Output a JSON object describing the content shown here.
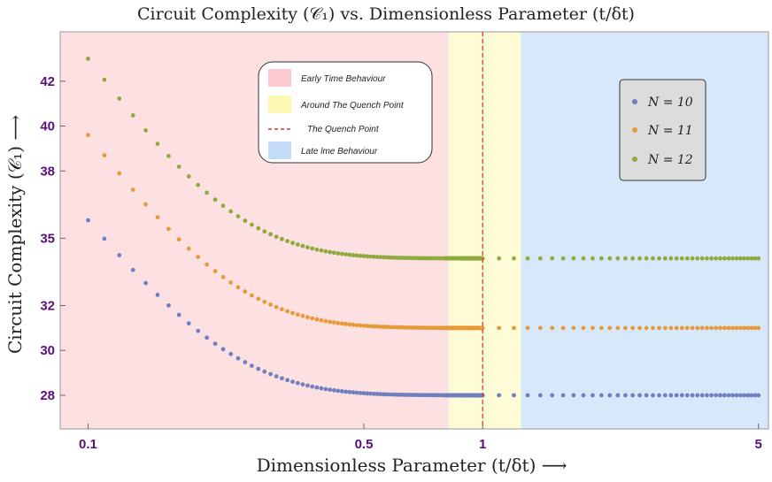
{
  "chart_data": {
    "type": "scatter",
    "title": "Circuit Complexity (𝒞₁) vs. Dimensionless Parameter (t/δt)",
    "xlabel": "Dimensionless Parameter (t/δt)  ⟶",
    "ylabel": "Circuit Complexity (𝒞₁)  ⟶",
    "x_scale": "log",
    "xlim": [
      0.085,
      5.3
    ],
    "ylim": [
      26.5,
      44.2
    ],
    "x_ticks": [
      {
        "value": 0.1,
        "label": "0.1"
      },
      {
        "value": 0.5,
        "label": "0.5"
      },
      {
        "value": 1,
        "label": "1"
      },
      {
        "value": 5,
        "label": "5"
      }
    ],
    "y_ticks": [
      {
        "value": 28,
        "label": "28"
      },
      {
        "value": 30,
        "label": "30"
      },
      {
        "value": 32,
        "label": "32"
      },
      {
        "value": 35,
        "label": "35"
      },
      {
        "value": 38,
        "label": "38"
      },
      {
        "value": 40,
        "label": "40"
      },
      {
        "value": 42,
        "label": "42"
      }
    ],
    "regions": [
      {
        "name": "Early Time Behaviour",
        "x_start": 0.085,
        "x_end": 0.82,
        "color": "#fde0e2"
      },
      {
        "name": "Around The Quench Point",
        "x_start": 0.82,
        "x_end": 1.25,
        "color": "#fdfcd6"
      },
      {
        "name": "Late lme Behaviour",
        "x_start": 1.25,
        "x_end": 5.3,
        "color": "#d8e8fb"
      }
    ],
    "quench_line": {
      "name": "The Quench Point",
      "x": 1.0,
      "color": "#e8332a"
    },
    "series": [
      {
        "name": "N = 10",
        "color": "#6f7fbf",
        "start": 35.8,
        "plateau": 28.0,
        "decay": 0.09
      },
      {
        "name": "N = 11",
        "color": "#e89a38",
        "start": 39.6,
        "plateau": 31.0,
        "decay": 0.09
      },
      {
        "name": "N = 12",
        "color": "#8faa3e",
        "start": 43.0,
        "plateau": 34.1,
        "decay": 0.09
      }
    ],
    "legend_position": "top-right"
  }
}
